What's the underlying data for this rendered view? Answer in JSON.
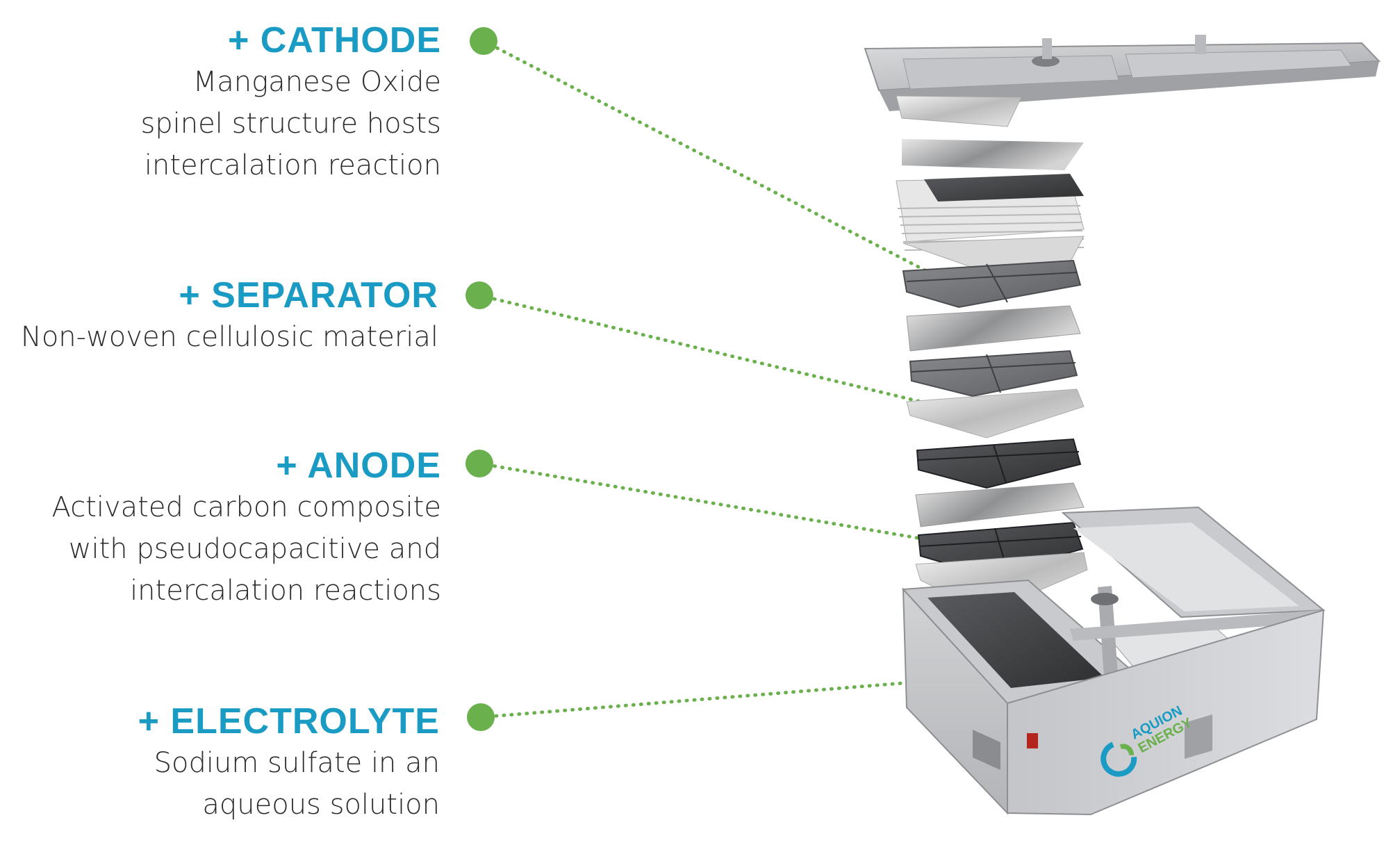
{
  "labels": [
    {
      "id": "cathode",
      "title": "+ CATHODE",
      "lines": [
        "Manganese Oxide",
        "spinel structure hosts",
        "intercalation reaction"
      ]
    },
    {
      "id": "separator",
      "title": "+ SEPARATOR",
      "lines": [
        "Non-woven cellulosic material"
      ]
    },
    {
      "id": "anode",
      "title": "+ ANODE",
      "lines": [
        "Activated carbon composite",
        "with pseudocapacitive and",
        "intercalation reactions"
      ]
    },
    {
      "id": "electrolyte",
      "title": "+ ELECTROLYTE",
      "lines": [
        "Sodium sulfate in an",
        "aqueous solution"
      ]
    }
  ],
  "logo": {
    "line1": "AQUION",
    "line2": "ENERGY"
  },
  "colors": {
    "heading": "#1a9bc3",
    "dot": "#6ab04c",
    "text": "#2b2b2b",
    "logo_blue": "#1a9bc3",
    "logo_green": "#6ab04c"
  }
}
